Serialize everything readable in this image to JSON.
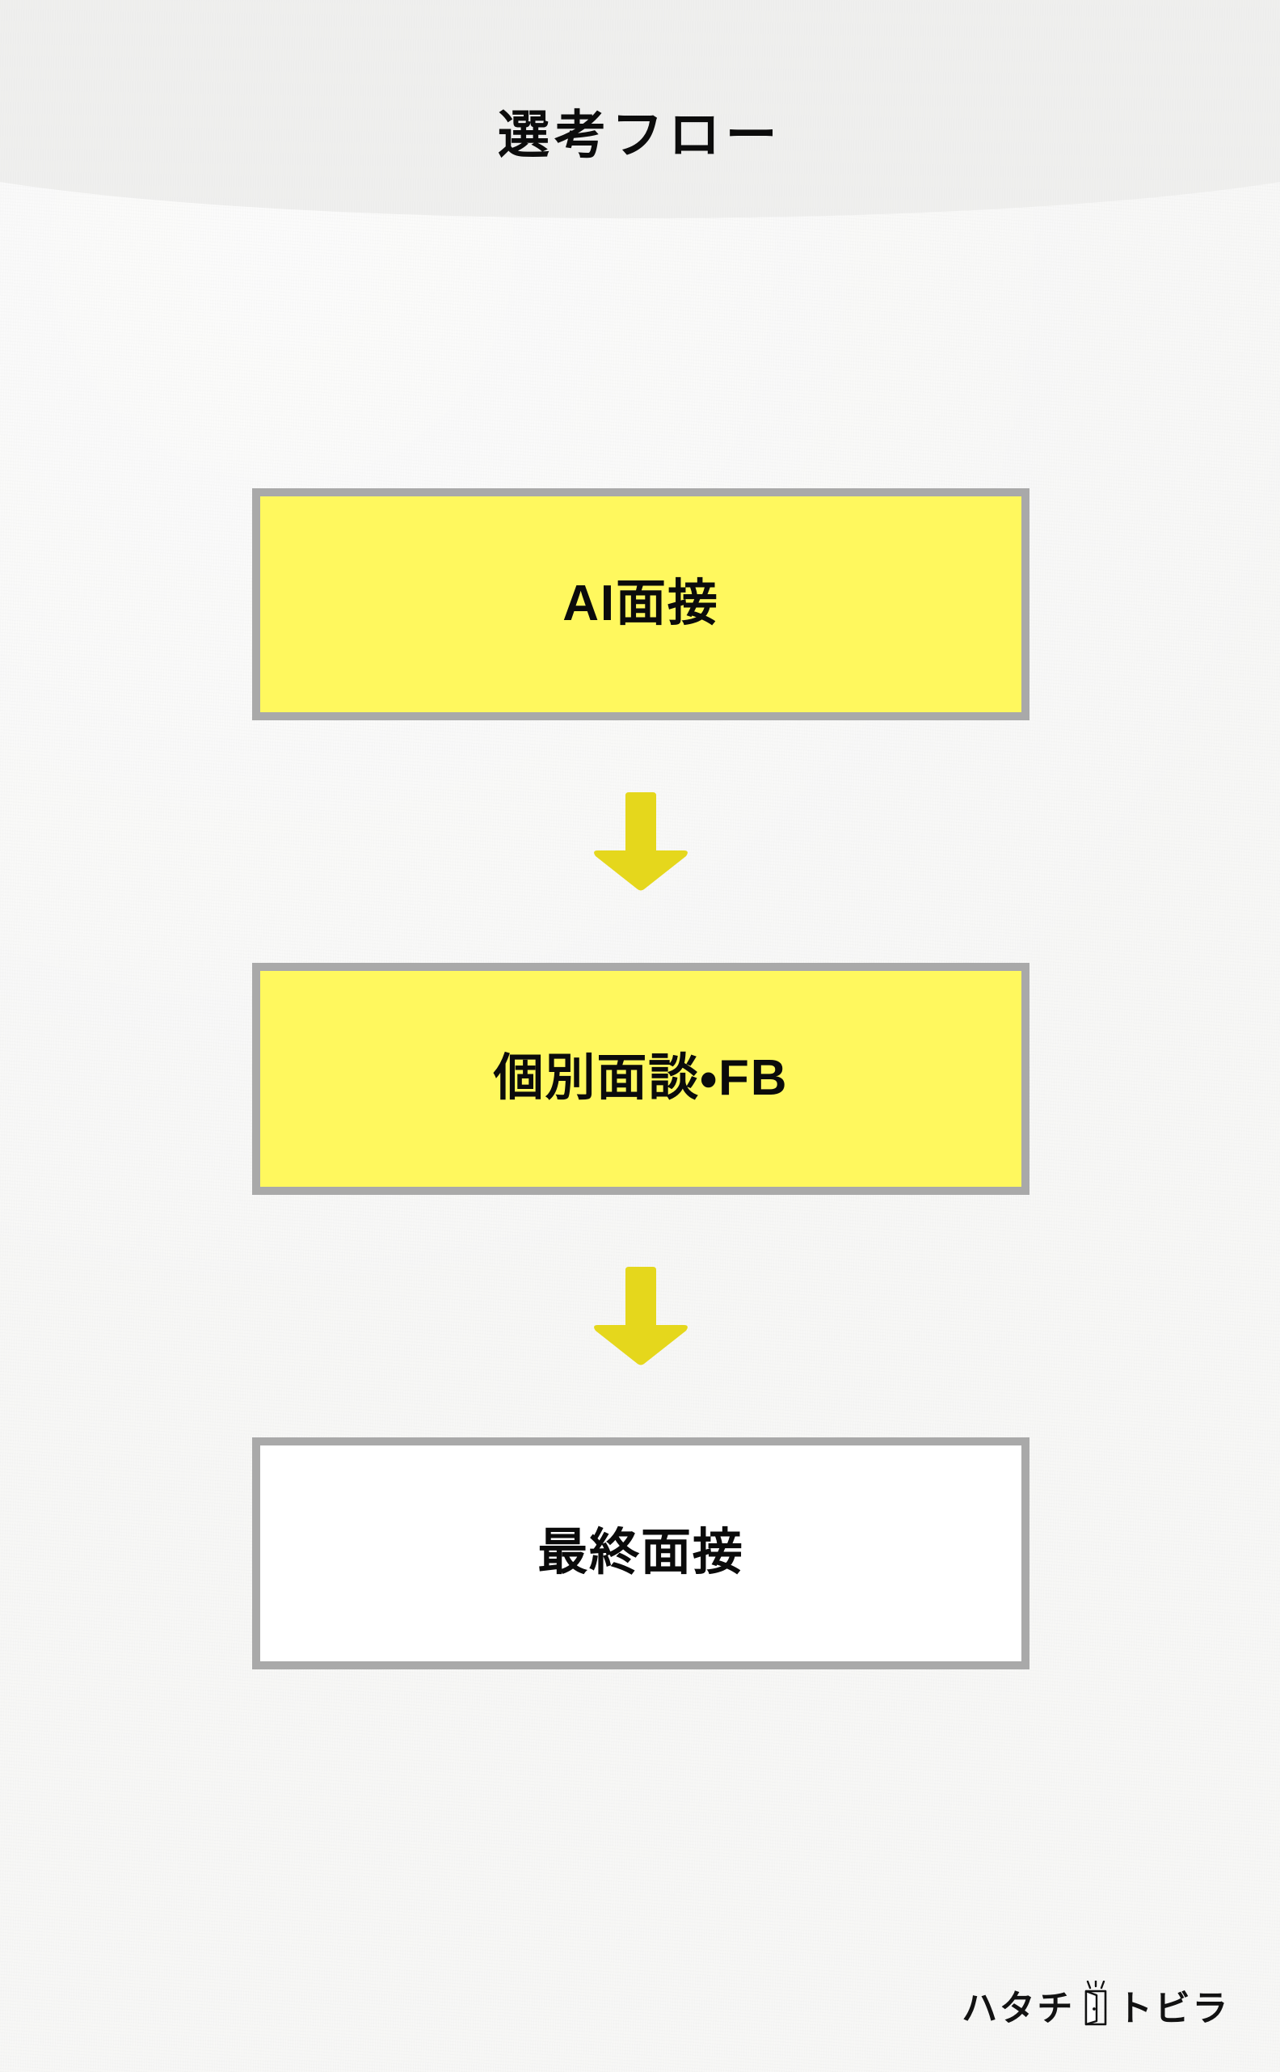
{
  "page": {
    "background_color": "#f7f7f6",
    "header_color": "#efefee"
  },
  "header": {
    "title": "選考フロー"
  },
  "flow": {
    "border_color": "#a9a9a9",
    "accent_color": "#fff85e",
    "arrow_color": "#e5d71c",
    "steps": [
      {
        "label": "AI面接",
        "fill": "#fff85e",
        "highlighted": true
      },
      {
        "label": "個別面談・FB",
        "fill": "#fff85e",
        "highlighted": true
      },
      {
        "label": "最終面接",
        "fill": "#ffffff",
        "highlighted": false
      }
    ],
    "connectors": [
      {
        "icon": "down-arrow-icon"
      },
      {
        "icon": "down-arrow-icon"
      }
    ]
  },
  "logo": {
    "text_left": "ハタチ",
    "icon": "door-icon",
    "text_right": "トビラ",
    "color": "#121212"
  }
}
